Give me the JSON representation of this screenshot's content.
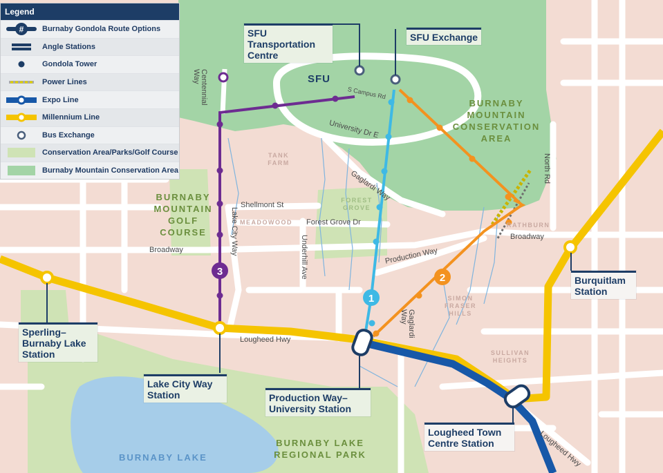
{
  "legend": {
    "title": "Legend",
    "items": [
      {
        "key": "route",
        "label": "Burnaby Gondola Route Options",
        "symbol": "#"
      },
      {
        "key": "angle",
        "label": "Angle Stations"
      },
      {
        "key": "tower",
        "label": "Gondola Tower"
      },
      {
        "key": "power",
        "label": "Power Lines"
      },
      {
        "key": "expo",
        "label": "Expo Line"
      },
      {
        "key": "millennium",
        "label": "Millennium Line"
      },
      {
        "key": "bus",
        "label": "Bus Exchange"
      },
      {
        "key": "parks",
        "label": "Conservation Area/Parks/Golf Course"
      },
      {
        "key": "conservation",
        "label": "Burnaby Mountain Conservation Area"
      }
    ]
  },
  "stations": {
    "sfu_transport": "SFU Transportation Centre",
    "sfu_exchange": "SFU Exchange",
    "sperling": "Sperling–Burnaby Lake Station",
    "lake_city": "Lake City Way Station",
    "production_way": "Production Way–University Station",
    "lougheed": "Lougheed Town Centre Station",
    "burquitlam": "Burquitlam Station"
  },
  "routes": {
    "r1": "1",
    "r2": "2",
    "r3": "3"
  },
  "streets": {
    "broadway_w": "Broadway",
    "broadway_e": "Broadway",
    "lougheed_w": "Lougheed Hwy",
    "lougheed_e": "Lougheed Hwy",
    "shellmont": "Shellmont St",
    "forest_grove": "Forest Grove Dr",
    "production": "Production Way",
    "gaglardi": "Gaglardi Way",
    "gaglardi_s": "Gaglardi Way",
    "university": "University Dr E",
    "scampus": "S Campus Rd",
    "centennial": "Centennial Way",
    "lake_city": "Lake City Way",
    "underhill": "Underhill Ave",
    "north_rd": "North Rd"
  },
  "areas": {
    "sfu": "SFU",
    "bmca": "BURNABY MOUNTAIN CONSERVATION AREA",
    "golf": "BURNABY MOUNTAIN GOLF COURSE",
    "lake": "BURNABY LAKE",
    "regional": "BURNABY LAKE REGIONAL PARK"
  },
  "neighbourhoods": {
    "tank": "TANK FARM",
    "forest": "FOREST GROVE",
    "meadowood": "MEADOWOOD",
    "rathburn": "RATHBURN",
    "simon": "SIMON FRASER HILLS",
    "sullivan": "SULLIVAN HEIGHTS"
  },
  "colors": {
    "route1": "#3eb9e5",
    "route2": "#f3921f",
    "route3": "#6d2c91",
    "expo": "#1758a8",
    "millennium": "#f5c400",
    "navy": "#1d3d66",
    "park": "#cfe3b5",
    "conservation": "#a3d4a6"
  }
}
